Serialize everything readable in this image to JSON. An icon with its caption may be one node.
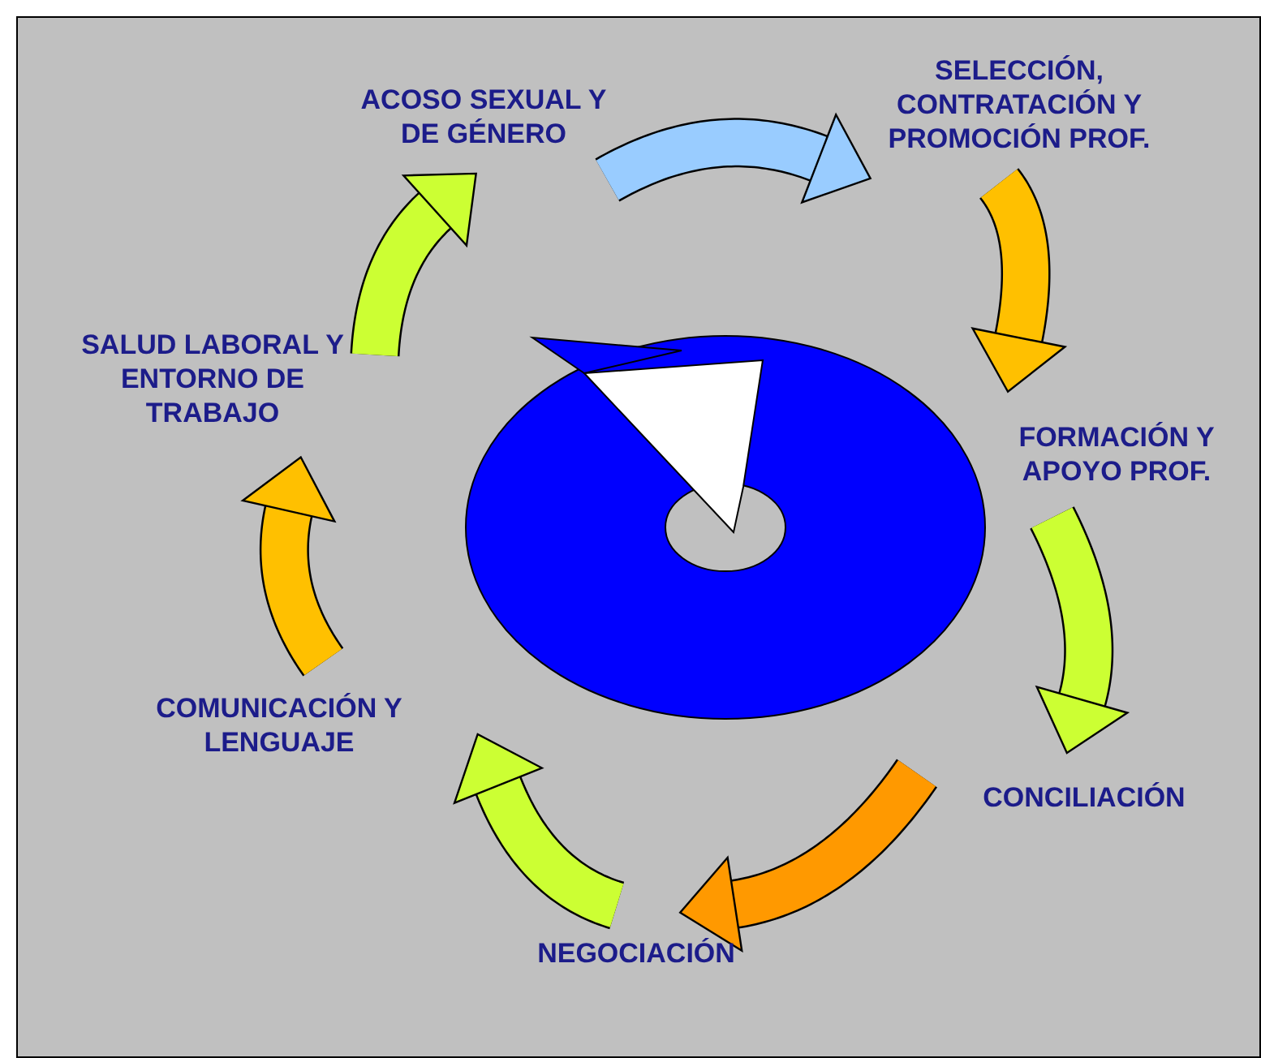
{
  "diagram": {
    "nodes": [
      {
        "text": [
          "ACOSO SEXUAL Y DE GÉNERO"
        ]
      },
      {
        "text": [
          "SELECCIÓN, CONTRATACIÓN Y PROMOCIÓN PROF."
        ]
      },
      {
        "text": [
          "FORMACIÓN Y APOYO PROF."
        ]
      },
      {
        "text": [
          "CONCILIACIÓN"
        ]
      },
      {
        "text": [
          "NEGOCIACIÓN"
        ]
      },
      {
        "text": [
          "COMUNICACIÓN Y LENGUAJE"
        ]
      },
      {
        "text": [
          "SALUD LABORAL Y ENTORNO DE TRABAJO"
        ]
      }
    ],
    "edges": [
      {
        "from": 0,
        "to": 1,
        "arrow": "to",
        "color": "#99ccff"
      },
      {
        "from": 1,
        "to": 2,
        "arrow": "to",
        "color": "#ffc000"
      },
      {
        "from": 2,
        "to": 3,
        "arrow": "to",
        "color": "#ccff33"
      },
      {
        "from": 3,
        "to": 4,
        "arrow": "to",
        "color": "#ff9900"
      },
      {
        "from": 4,
        "to": 5,
        "arrow": "to",
        "color": "#ccff33"
      },
      {
        "from": 5,
        "to": 6,
        "arrow": "to",
        "color": "#ffc000"
      },
      {
        "from": 6,
        "to": 0,
        "arrow": "to",
        "color": "#ccff33"
      }
    ]
  }
}
